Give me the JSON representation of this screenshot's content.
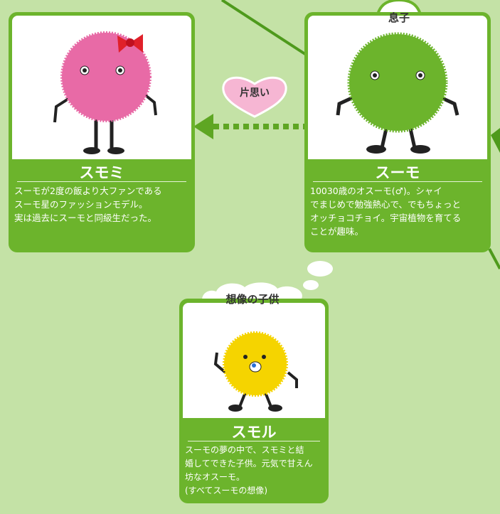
{
  "characters": [
    {
      "name": "スモミ",
      "description": "スーモが2度の飯より大ファンである\nスーモ星のファッションモデル。\n実は過去にスーモと同級生だった。",
      "color": "#e86aa6"
    },
    {
      "name": "スーモ",
      "tag": "息子",
      "description": "10030歳のオスーモ(♂)。シャイ\nでまじめで勉強熱心で、でもちょっと\nオッチョコチョイ。宇宙植物を育てる\nことが趣味。",
      "color": "#6cb42c"
    },
    {
      "name": "スモル",
      "tag": "想像の子供",
      "description": "スーモの夢の中で、スモミと結\n婚してできた子供。元気で甘えん\n坊なオスーモ。\n(すべてスーモの想像)",
      "color": "#f5d400"
    }
  ],
  "relation": {
    "label": "片思い"
  },
  "colors": {
    "background": "#c4e2a6",
    "card": "#6cb42c",
    "line": "#4e9a1c"
  }
}
